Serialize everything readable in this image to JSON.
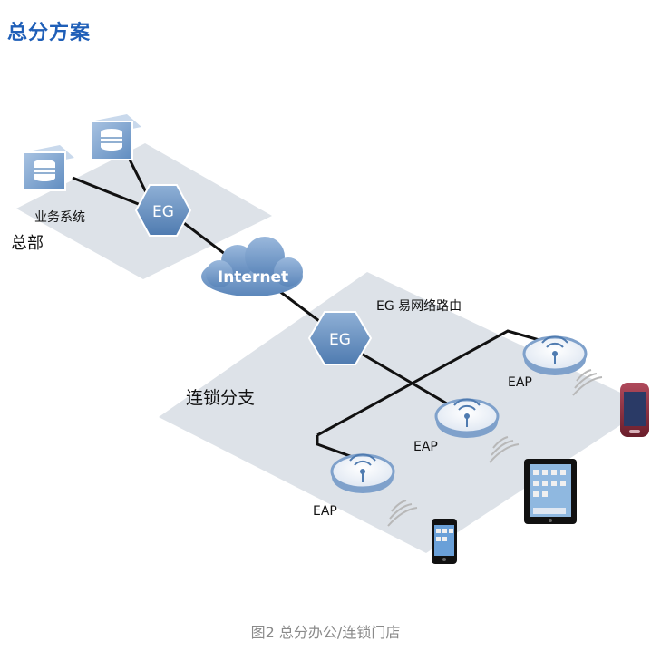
{
  "header": {
    "title": "总分方案"
  },
  "diagram": {
    "hq": {
      "zone_label": "总部",
      "system_label": "业务系统",
      "gateway_label": "EG"
    },
    "internet": {
      "label": "Internet"
    },
    "branch": {
      "zone_label": "连锁分支",
      "gateway_label": "EG",
      "router_label": "EG 易网络路由",
      "ap_labels": [
        "EAP",
        "EAP",
        "EAP"
      ]
    }
  },
  "caption": "图2 总分办公/连锁门店",
  "colors": {
    "heading": "#1f5fb8",
    "gateway": "#6d95c4",
    "ap_ring": "#7fa1cb",
    "zone": "#dde2e8"
  }
}
